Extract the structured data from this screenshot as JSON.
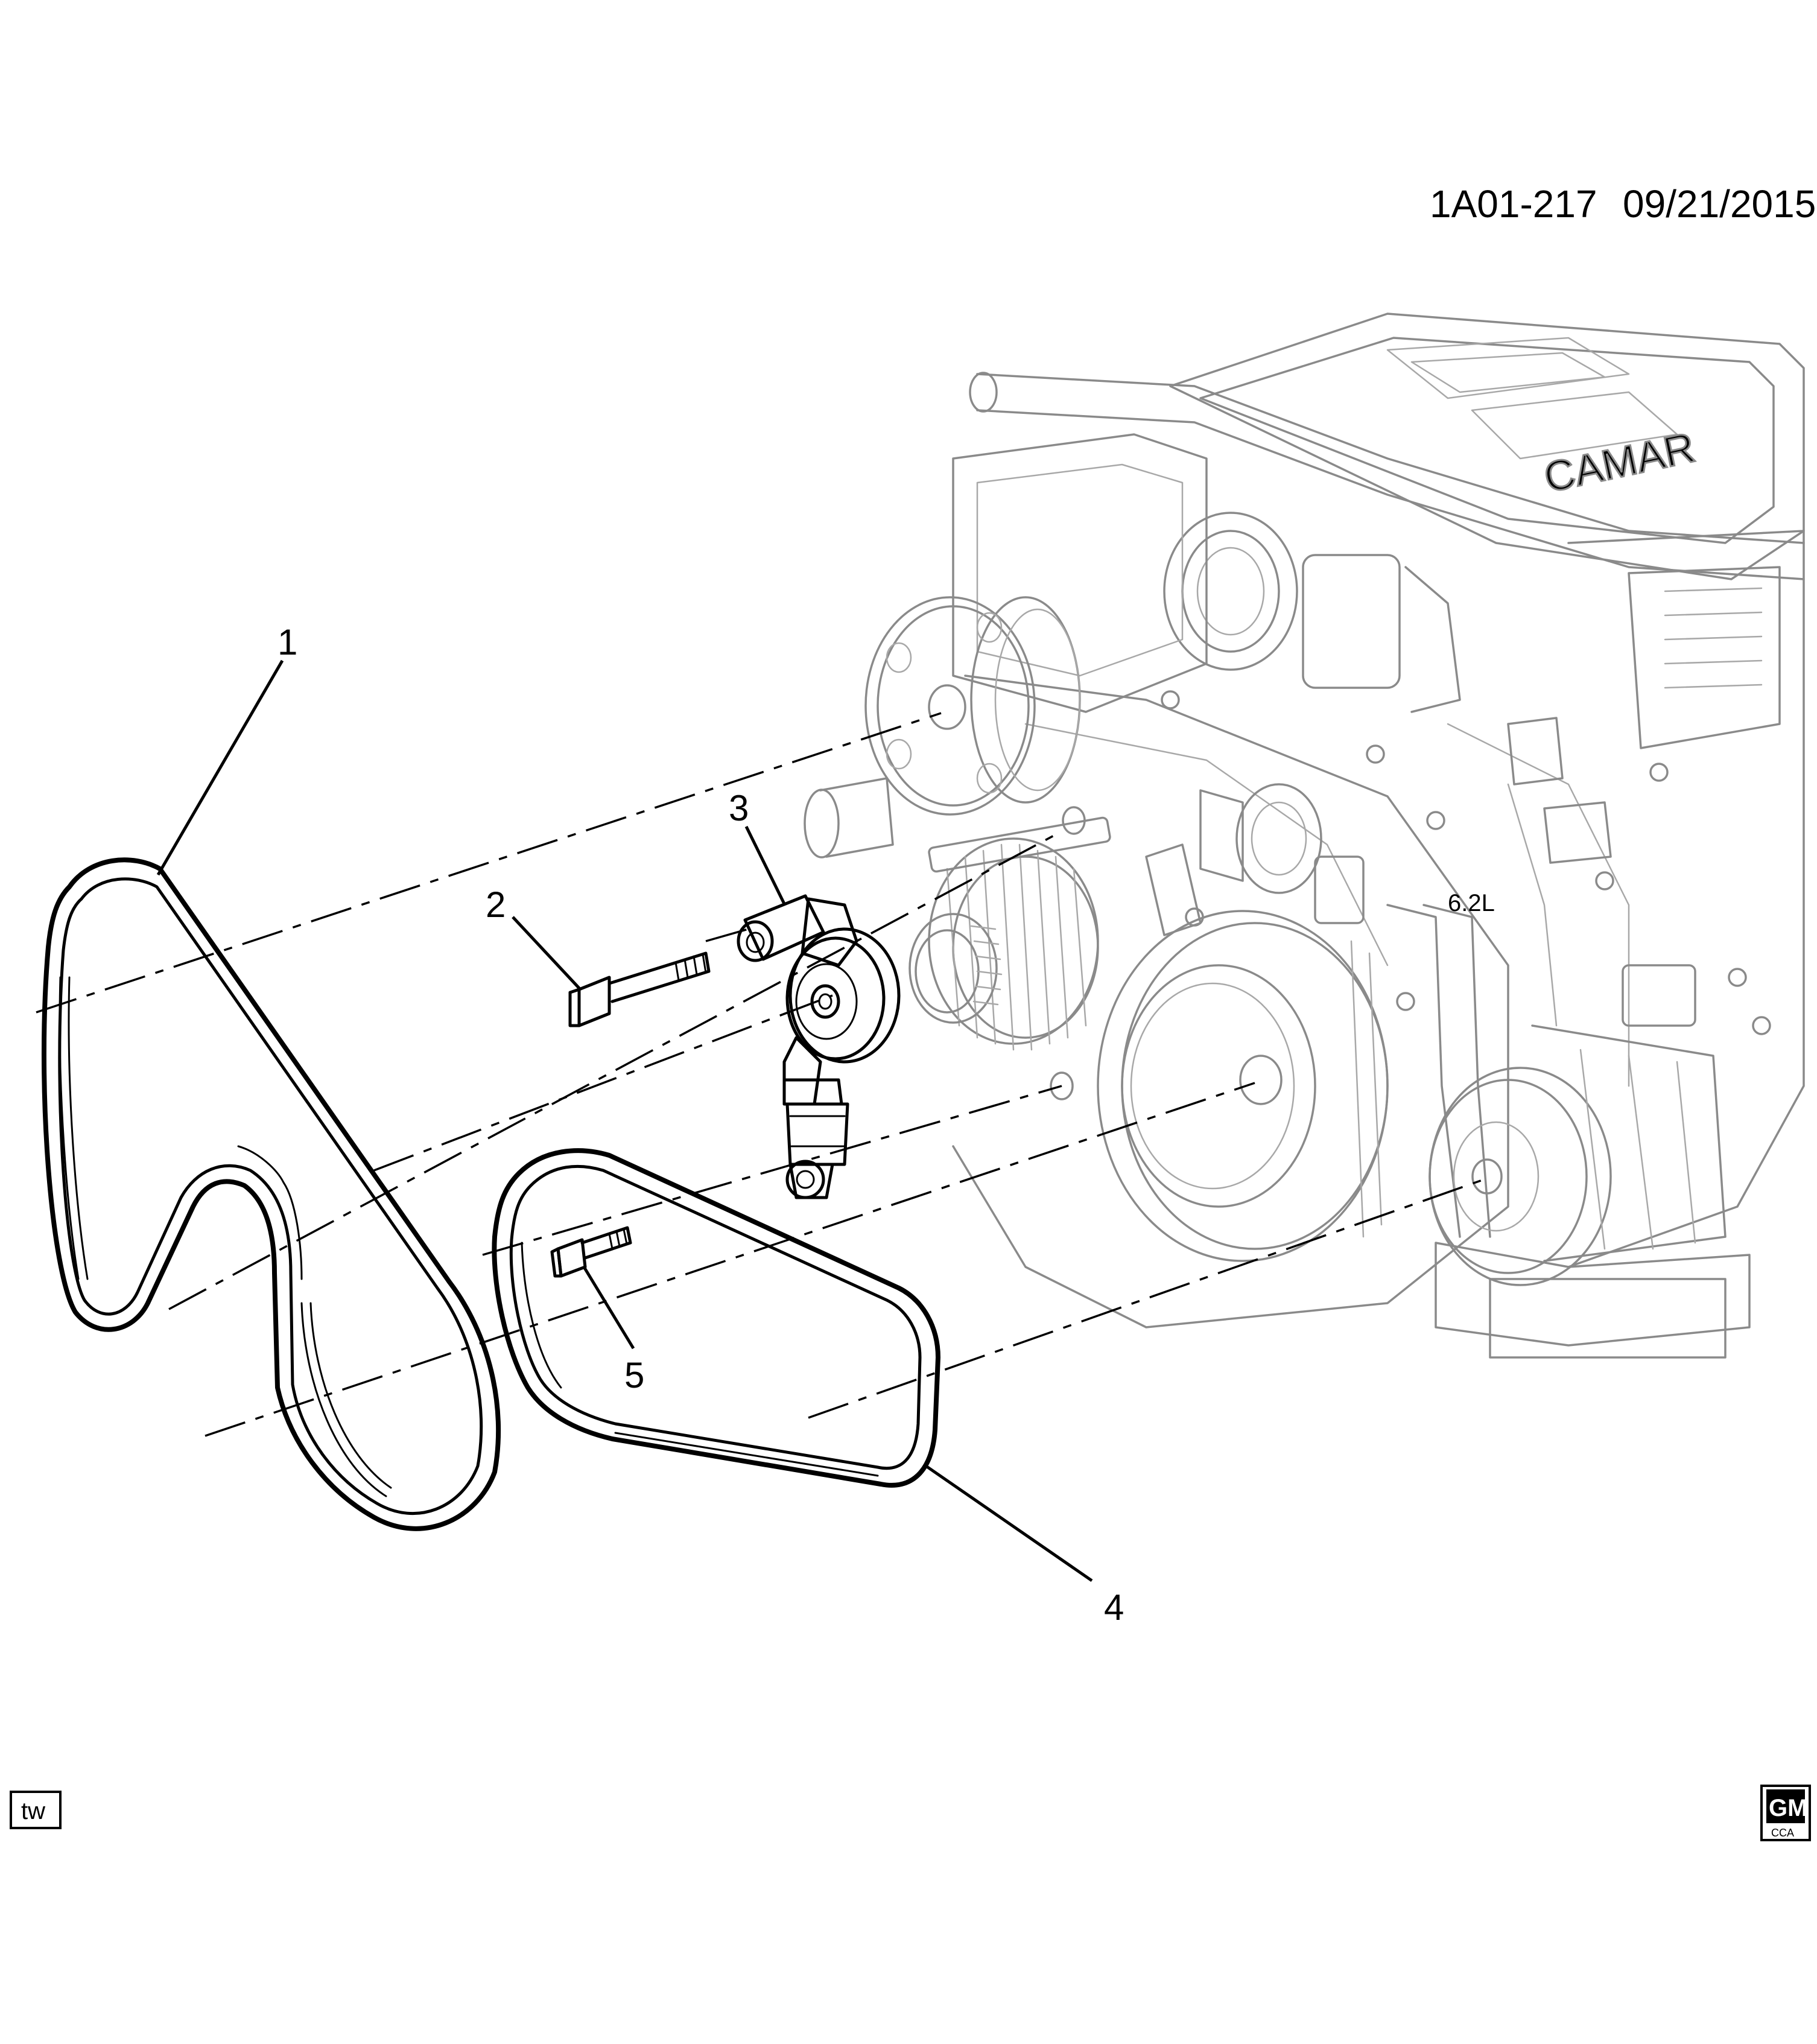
{
  "header": {
    "code": "1A01-217",
    "date": "09/21/2015"
  },
  "callouts": [
    {
      "id": "1",
      "text": "1"
    },
    {
      "id": "2",
      "text": "2"
    },
    {
      "id": "3",
      "text": "3"
    },
    {
      "id": "4",
      "text": "4"
    },
    {
      "id": "5",
      "text": "5"
    }
  ],
  "footer": {
    "left_tag": "tw",
    "logo_text": "GM",
    "logo_subtext": "CCA"
  },
  "engine_cover": {
    "text": "CAMAR"
  },
  "engine_badge": {
    "text": "6.2L"
  }
}
